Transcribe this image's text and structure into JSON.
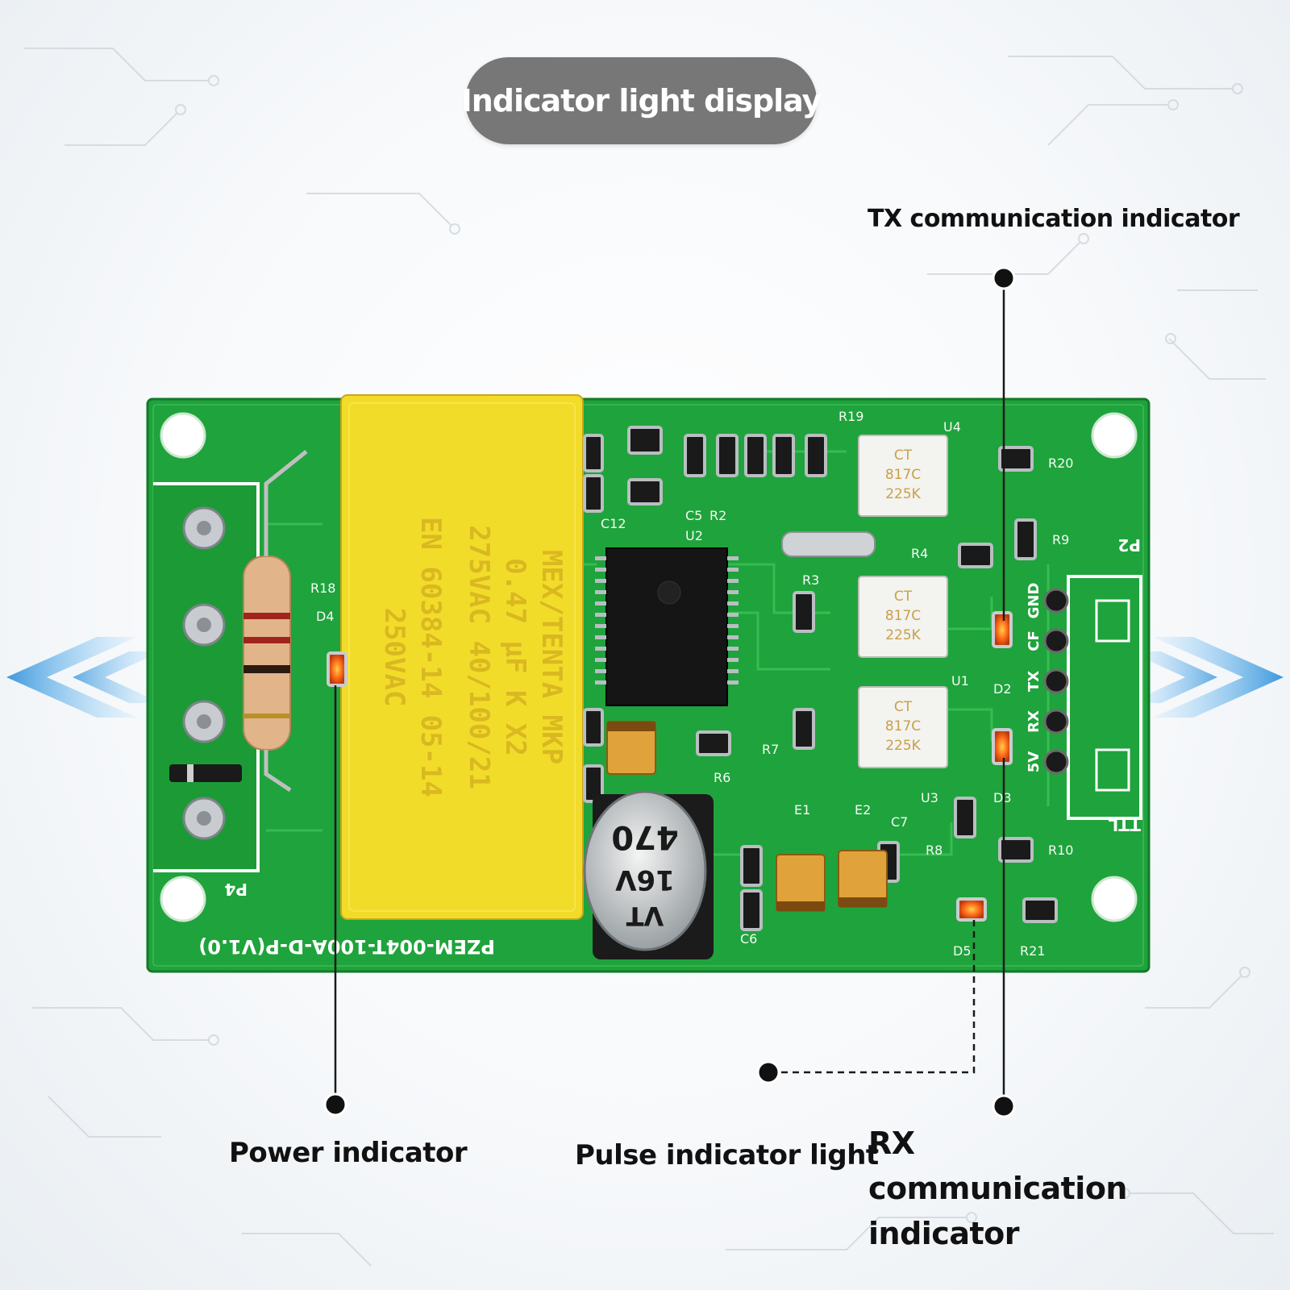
{
  "title": "Indicator light display",
  "callouts": {
    "tx": "TX communication indicator",
    "power": "Power indicator",
    "pulse": "Pulse indicator light",
    "rx": "RX communication indicator"
  },
  "board": {
    "model_marking": "PZEM-004T-100A-D-P(V1.0)",
    "capacitor_lines": [
      "MEX/TENTA MKP",
      "0.47 μF K X2",
      "275VAC 40/100/21",
      "EN 60384-14 05-14",
      "250VAC"
    ],
    "electrolytic_lines": [
      "VT",
      "16V",
      "470"
    ],
    "optocoupler_lines": [
      "CT",
      "817C",
      "225K"
    ],
    "pin_labels": [
      "GND",
      "CF",
      "TX",
      "RX",
      "5V"
    ],
    "connector_labels": [
      "P2",
      "TTL",
      "P4"
    ],
    "component_labels": [
      "R19",
      "U4",
      "R20",
      "R9",
      "R4",
      "R3",
      "U1",
      "D2",
      "D3",
      "U3",
      "R7",
      "R6",
      "R8",
      "R10",
      "D5",
      "R21",
      "E1",
      "E2",
      "C7",
      "C6",
      "C12",
      "U2",
      "R2",
      "C5",
      "D4",
      "R18"
    ]
  },
  "colors": {
    "board": "#1fa33c",
    "capacitor": "#f2dc2a",
    "title_pill": "#777777",
    "led": "#ff6a1a",
    "arrow_blue": "#3aa6e8"
  }
}
